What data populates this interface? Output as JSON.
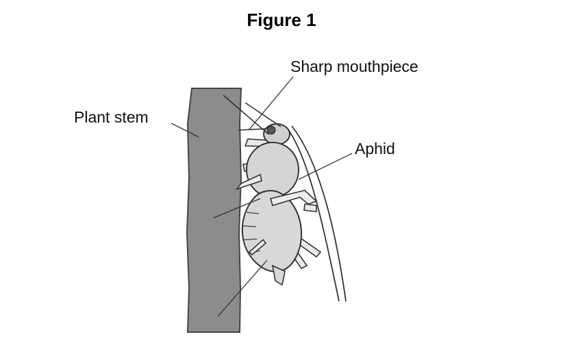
{
  "figure": {
    "title": "Figure 1",
    "labels": {
      "plant_stem": "Plant stem",
      "sharp_mouthpiece": "Sharp mouthpiece",
      "aphid": "Aphid"
    }
  }
}
